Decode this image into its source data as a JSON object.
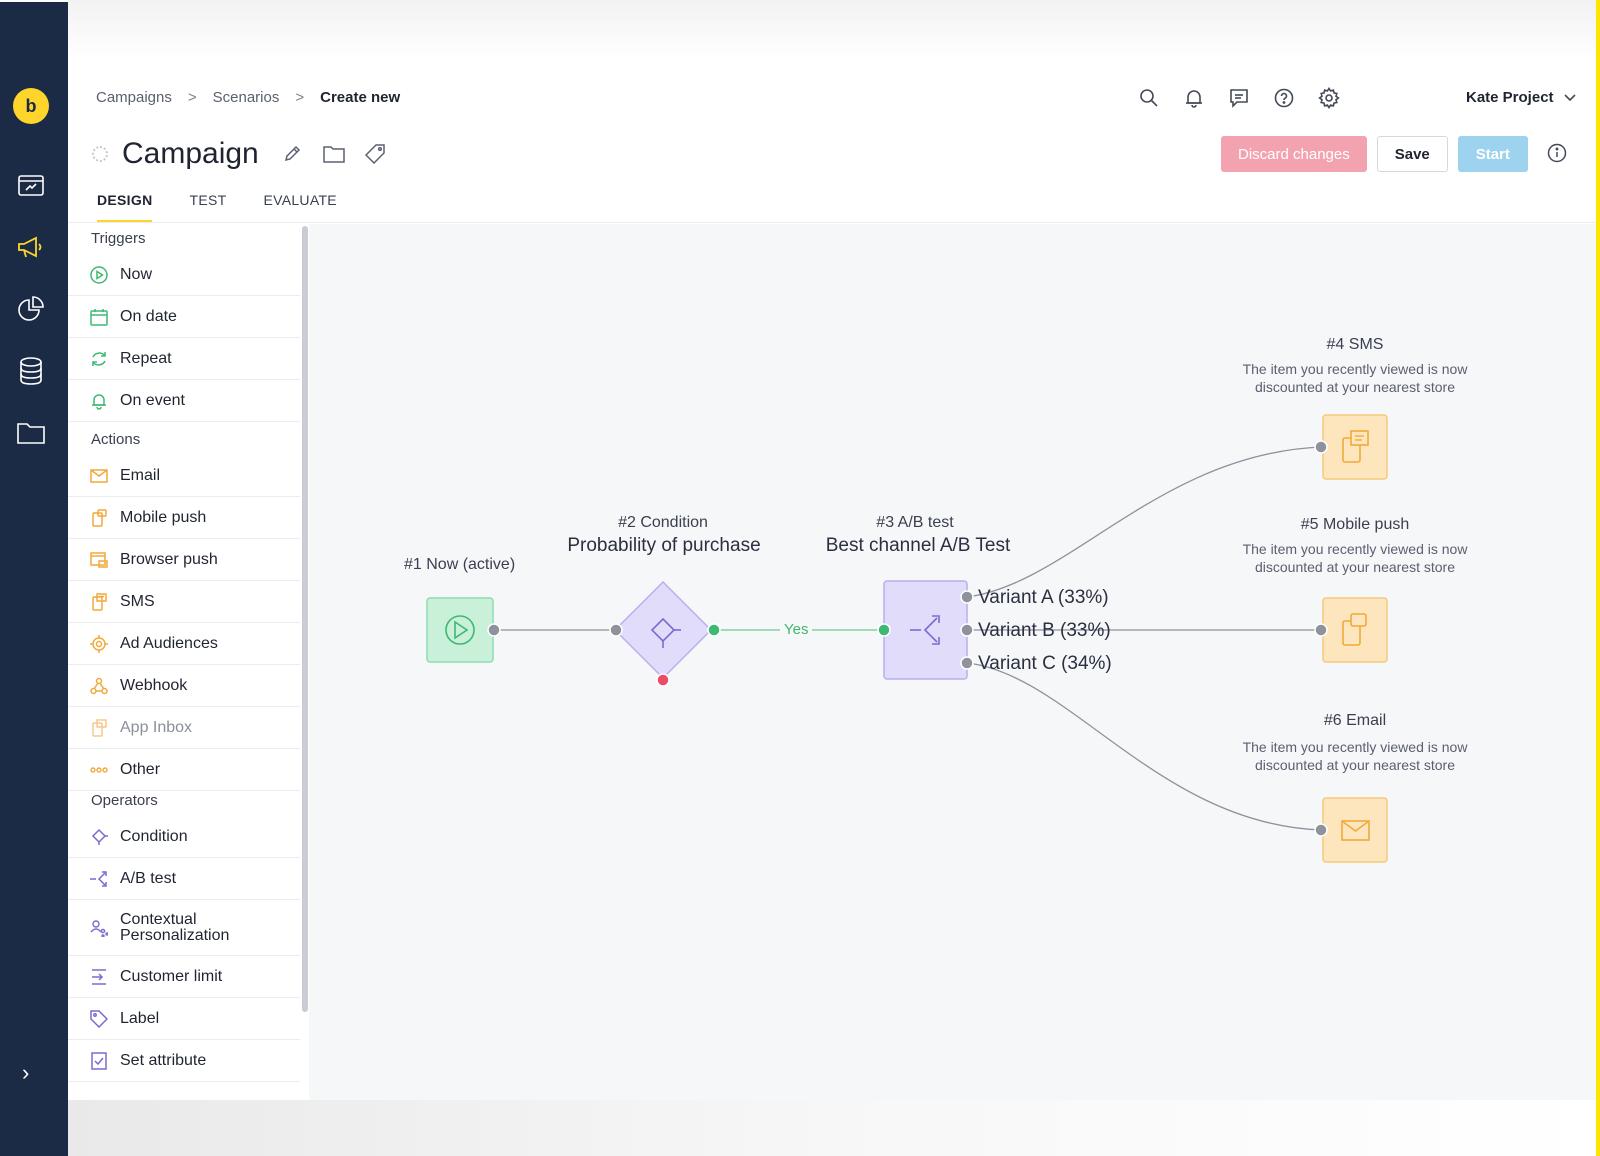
{
  "breadcrumb": {
    "items": [
      "Campaigns",
      "Scenarios"
    ],
    "current": "Create new",
    "separator": ">"
  },
  "header": {
    "project": "Kate Project"
  },
  "campaign": {
    "title": "Campaign"
  },
  "buttons": {
    "discard": "Discard changes",
    "save": "Save",
    "start": "Start"
  },
  "tabs": [
    "DESIGN",
    "TEST",
    "EVALUATE"
  ],
  "palette": {
    "triggers_title": "Triggers",
    "triggers": [
      "Now",
      "On date",
      "Repeat",
      "On event"
    ],
    "actions_title": "Actions",
    "actions": [
      "Email",
      "Mobile push",
      "Browser push",
      "SMS",
      "Ad Audiences",
      "Webhook",
      "App Inbox",
      "Other"
    ],
    "operators_title": "Operators",
    "operators": [
      "Condition",
      "A/B test",
      "Contextual\nPersonalization",
      "Customer limit",
      "Label",
      "Set attribute"
    ]
  },
  "flow": {
    "node1": {
      "label": "#1 Now (active)"
    },
    "node2": {
      "label": "#2 Condition",
      "sublabel": "Probability of purchase"
    },
    "edge_yes": "Yes",
    "node3": {
      "label": "#3 A/B test",
      "sublabel": "Best channel A/B Test"
    },
    "variants": [
      "Variant A (33%)",
      "Variant B (33%)",
      "Variant C (34%)"
    ],
    "node4": {
      "label": "#4 SMS",
      "desc": "The item you recently viewed is now discounted at your nearest store"
    },
    "node5": {
      "label": "#5 Mobile push",
      "desc": "The item you recently viewed is now discounted at your nearest store"
    },
    "node6": {
      "label": "#6 Email",
      "desc": "The item you recently viewed is now discounted at your nearest store"
    }
  },
  "colors": {
    "rail": "#1c2b45",
    "brand": "#fdd52b",
    "trigger_green": "#3fb873",
    "operator_purple": "#7a6bd1",
    "action_orange": "#f2a93b",
    "discard": "#f2a3af",
    "start": "#9dd3ee"
  }
}
